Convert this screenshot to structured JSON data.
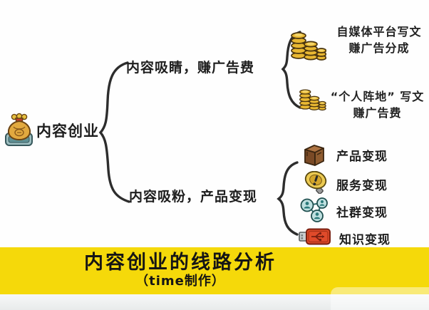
{
  "root": {
    "label": "内容创业",
    "icon": "money-bag-icon"
  },
  "branches": [
    {
      "label": "内容吸睛，赚广告费",
      "children": [
        {
          "icon": "coins-stack-icon",
          "line1": "自媒体平台写文",
          "line2": "赚广告分成"
        },
        {
          "icon": "coins-stack-icon",
          "line1": "“个人阵地” 写文",
          "line2": "赚广告费"
        }
      ]
    },
    {
      "label": "内容吸粉，产品变现",
      "children": [
        {
          "icon": "box-icon",
          "label": "产品变现"
        },
        {
          "icon": "bulb-icon",
          "label": "服务变现"
        },
        {
          "icon": "network-icon",
          "label": "社群变现"
        },
        {
          "icon": "usb-icon",
          "label": "知识变现"
        }
      ]
    }
  ],
  "banner": {
    "title": "内容创业的线路分析",
    "subtitle": "（time制作）",
    "bg_color": "#F5D90A",
    "text_color": "#151515"
  },
  "colors": {
    "line": "#2d2d2d",
    "coin_gold": "#e9b832",
    "bag_orange": "#e2a93f",
    "base_teal": "#9fc0c2",
    "box_brown": "#8f5c30",
    "bulb_yellow": "#ecca52",
    "network_teal": "#bfe0e0",
    "usb_red": "#e04a2a"
  }
}
